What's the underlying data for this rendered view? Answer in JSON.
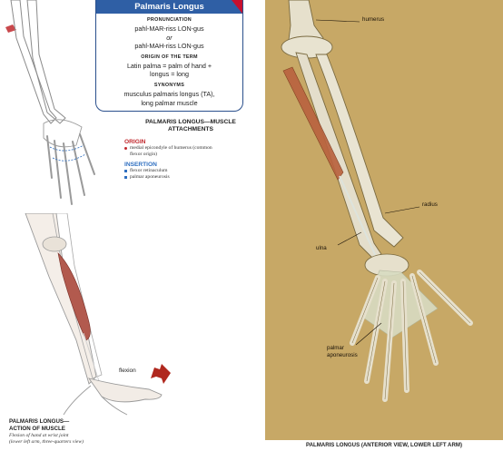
{
  "infobox": {
    "title": "Palmaris Longus",
    "pronunciation_label": "PRONUNCIATION",
    "pron_1": "pahl-MAR-riss LON-gus",
    "pron_or": "or",
    "pron_2": "pahl-MAH-riss LON-gus",
    "origin_label": "ORIGIN OF THE TERM",
    "origin_line1": "Latin palma = palm of hand +",
    "origin_line2": "longus = long",
    "synonyms_label": "SYNONYMS",
    "syn_line1": "musculus palmaris longus (TA),",
    "syn_line2": "long palmar muscle"
  },
  "attachments": {
    "title_line1": "PALMARIS LONGUS—MUSCLE",
    "title_line2": "ATTACHMENTS",
    "origin_heading": "ORIGIN",
    "origin_item_line1": "medial epicondyle of humerus (common",
    "origin_item_line2": "flexor origin)",
    "insertion_heading": "INSERTION",
    "insertion_items": [
      "flexor retinaculum",
      "palmar aponeurosis"
    ]
  },
  "action": {
    "arrow_label": "flexion",
    "title_line1": "PALMARIS LONGUS—",
    "title_line2": "ACTION OF MUSCLE",
    "desc_line1": "Flexion of hand at wrist joint",
    "desc_line2": "(lower left arm, three-quarters view)"
  },
  "anatomy_labels": {
    "humerus": "humerus",
    "radius": "radius",
    "ulna": "ulna",
    "palmar_line1": "palmar",
    "palmar_line2": "aponeurosis"
  },
  "caption": "PALMARIS LONGUS (ANTERIOR VIEW, LOWER LEFT ARM)",
  "colors": {
    "header_blue": "#2f5fa5",
    "origin_red": "#c0282d",
    "insertion_blue": "#2f6fc0",
    "panel_tan": "#c7a866",
    "arrow_red": "#b0281e"
  }
}
